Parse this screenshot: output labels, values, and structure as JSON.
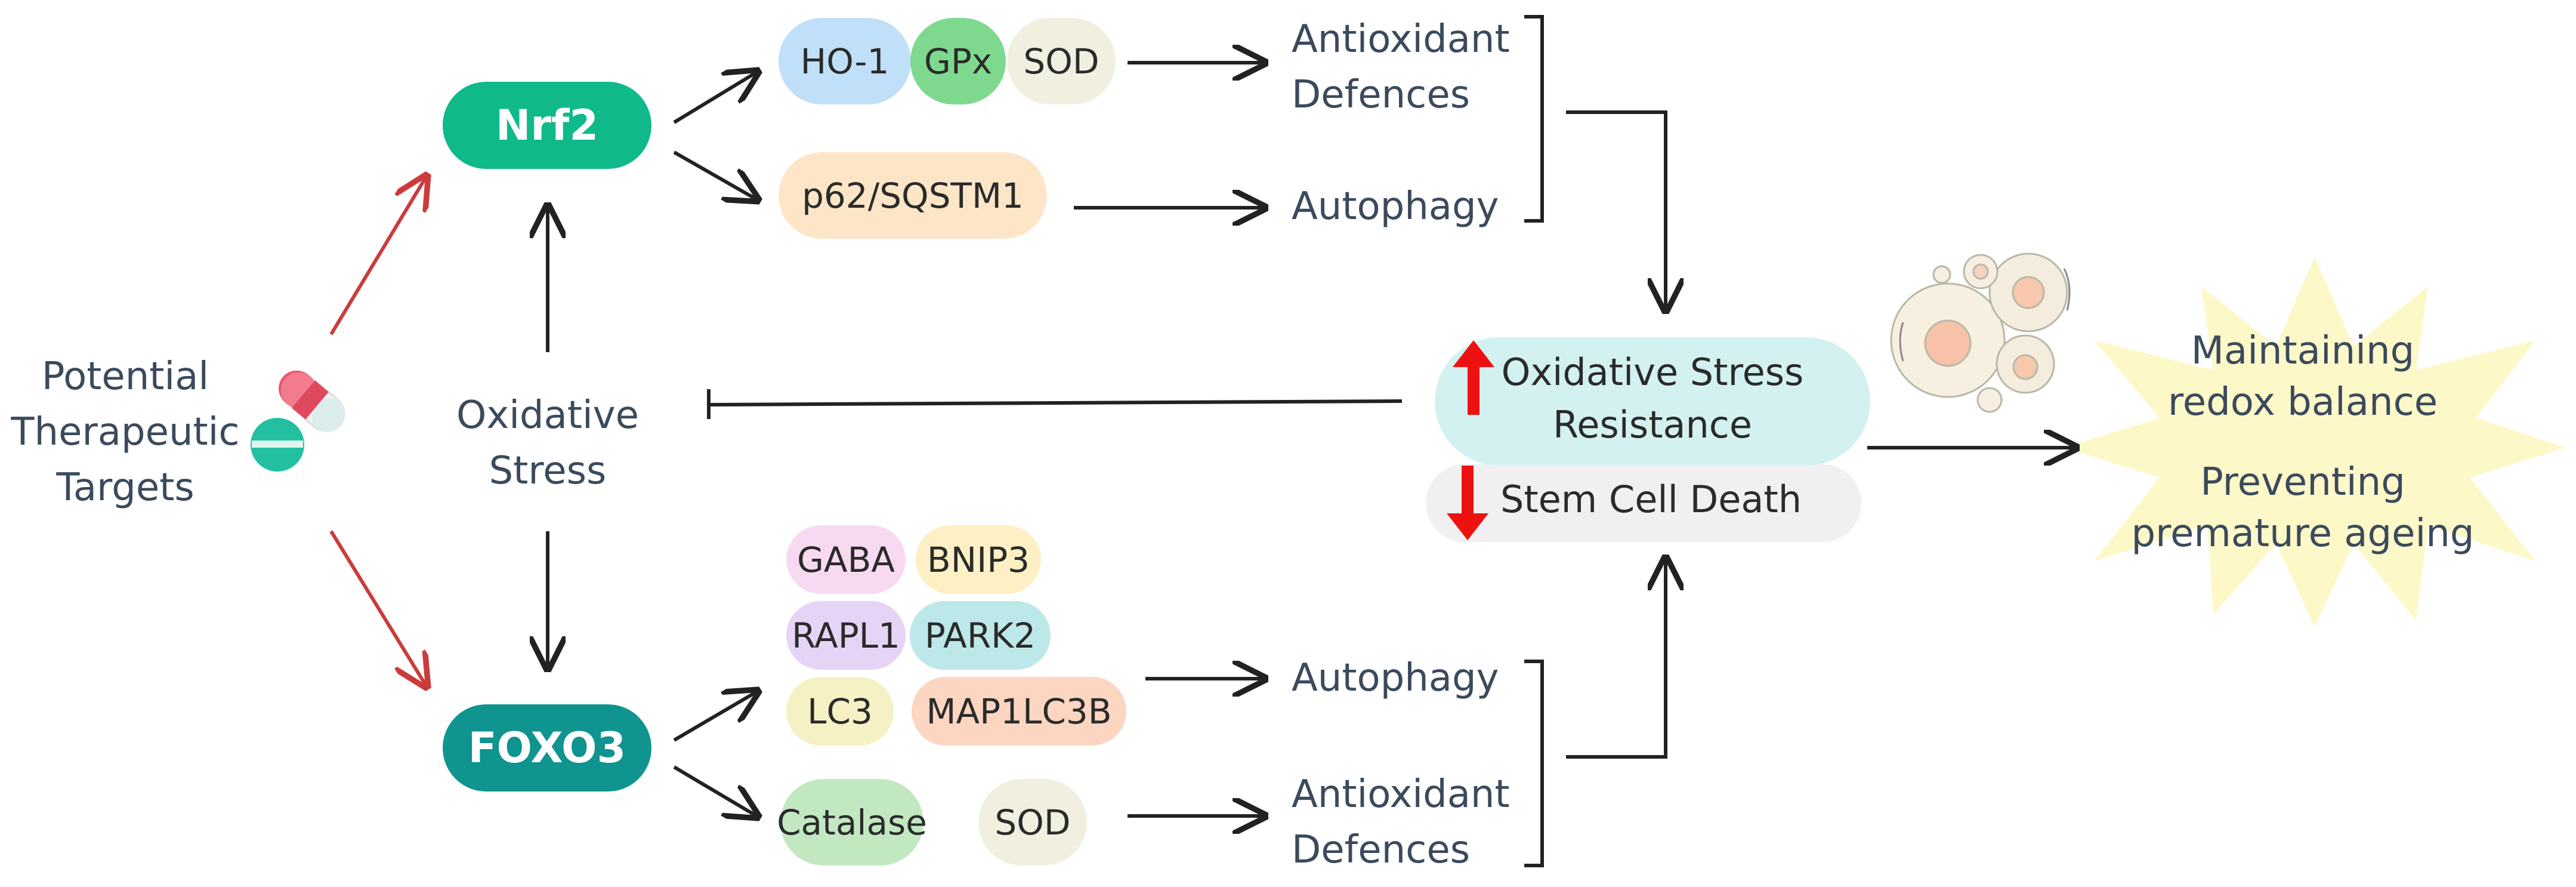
{
  "left_label": [
    "Potential",
    "Therapeutic",
    "Targets"
  ],
  "center_label": [
    "Oxidative",
    "Stress"
  ],
  "nrf2": {
    "label": "Nrf2",
    "targets_row1": [
      "HO-1",
      "GPx",
      "SOD"
    ],
    "targets_row2": [
      "p62/SQSTM1"
    ],
    "outcome1": [
      "Antioxidant",
      "Defences"
    ],
    "outcome2": "Autophagy"
  },
  "foxo3": {
    "label": "FOXO3",
    "targets_autophagy": [
      "GABA",
      "BNIP3",
      "RAPL1",
      "PARK2",
      "LC3",
      "MAP1LC3B"
    ],
    "targets_antioxidant": [
      "Catalase",
      "SOD"
    ],
    "outcome1": "Autophagy",
    "outcome2": [
      "Antioxidant",
      "Defences"
    ]
  },
  "effects": {
    "resistance": [
      "Oxidative Stress",
      "Resistance"
    ],
    "death": "Stem Cell Death"
  },
  "result": {
    "line1": [
      "Maintaining",
      "redox balance"
    ],
    "line2": [
      "Preventing",
      "premature ageing"
    ]
  },
  "colors": {
    "nrf2": "#10b98a",
    "foxo3": "#0f9490",
    "inhibit_arrow": "#cc3b3b",
    "up_down_arrows": "#ee1111",
    "starburst": "#fdf8c8"
  },
  "icons": [
    "pills-icon",
    "stem-cells-icon",
    "up-arrow-icon",
    "down-arrow-icon"
  ]
}
